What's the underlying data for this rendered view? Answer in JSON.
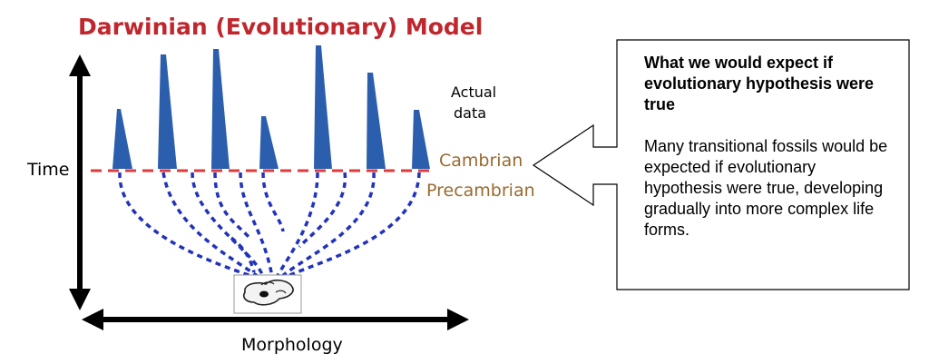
{
  "diagram": {
    "title": "Darwinian (Evolutionary) Model",
    "y_axis_label": "Time",
    "x_axis_label": "Morphology",
    "actual_data_label_line1": "Actual",
    "actual_data_label_line2": "data",
    "cambrian_label": "Cambrian",
    "precambrian_label": "Precambrian",
    "colors": {
      "title": "#c0272d",
      "peaks": "#2b5fad",
      "branches": "#2233bb",
      "boundary": "#e03a3a",
      "period_labels": "#9a6a2f",
      "axes": "#000000"
    }
  },
  "callout": {
    "heading": "What we would expect if evolutionary hypothesis were true",
    "body": "Many transitional fossils would be expected if evolutionary hypothesis were true, developing gradually into more complex life forms."
  },
  "icons": {
    "ancestor": "ancestral-organism-icon"
  }
}
